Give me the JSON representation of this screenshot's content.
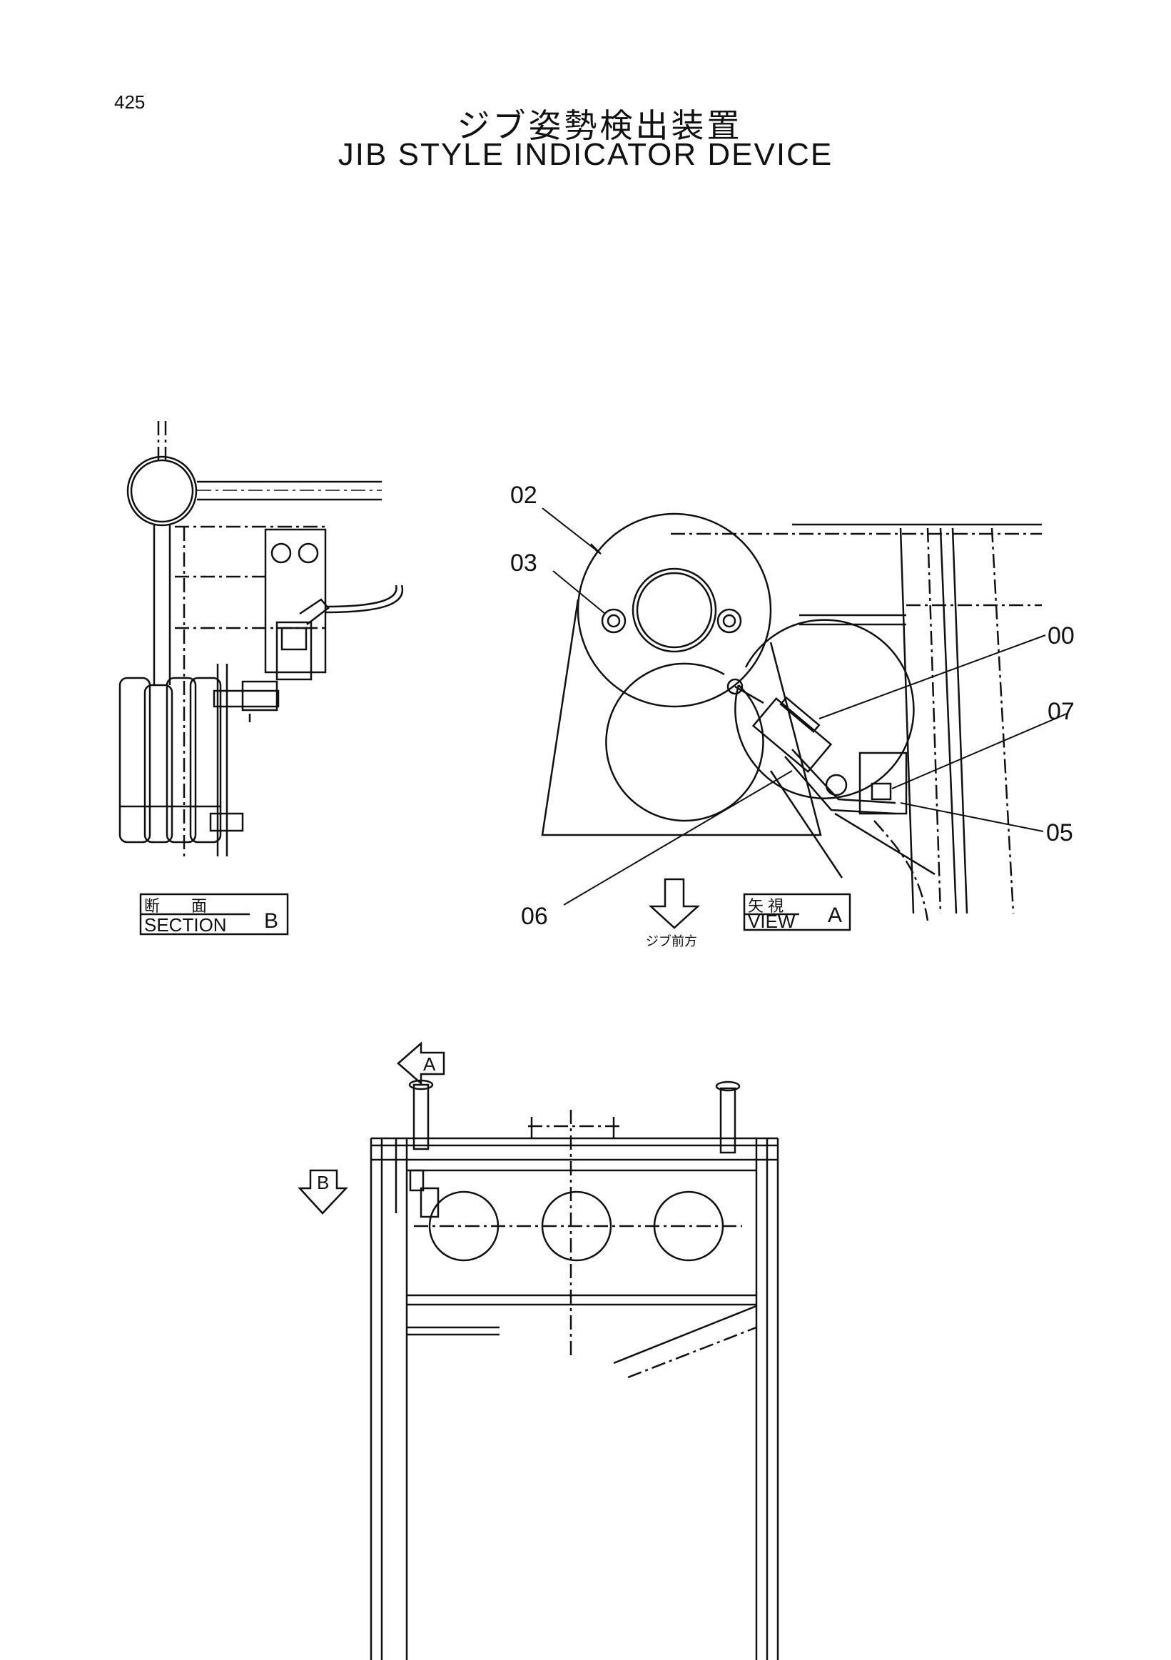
{
  "page": {
    "number": "425",
    "title_jp": "ジブ姿勢検出装置",
    "title_en": "JIB STYLE INDICATOR DEVICE"
  },
  "parts": [
    "00",
    "02",
    "03",
    "05",
    "06",
    "07"
  ],
  "labels": {
    "section_jp": "断　　面",
    "section_en": "SECTION",
    "section_letter": "B",
    "view_jp": "矢 視",
    "view_en": "VIEW",
    "view_letter": "A",
    "direction_jp": "ジブ前方",
    "arrow_a": "A",
    "arrow_b": "B"
  }
}
